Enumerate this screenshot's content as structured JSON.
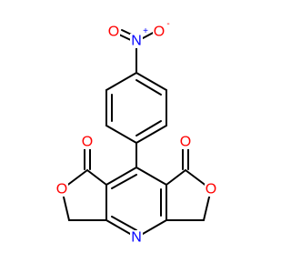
{
  "structure": {
    "atoms": {
      "nitro_n": {
        "symbol": "N",
        "charge": "+"
      },
      "nitro_o_left": {
        "symbol": "O"
      },
      "nitro_o_right": {
        "symbol": "O",
        "charge": "-"
      },
      "ring_o_left": {
        "symbol": "O"
      },
      "ring_o_right": {
        "symbol": "O"
      },
      "pyridine_n": {
        "symbol": "N"
      },
      "carbonyl_o_left": {
        "symbol": "O"
      },
      "carbonyl_o_right": {
        "symbol": "O"
      }
    },
    "colors": {
      "carbon": "#000000",
      "nitrogen": "#0000ff",
      "oxygen": "#ff0000"
    }
  }
}
